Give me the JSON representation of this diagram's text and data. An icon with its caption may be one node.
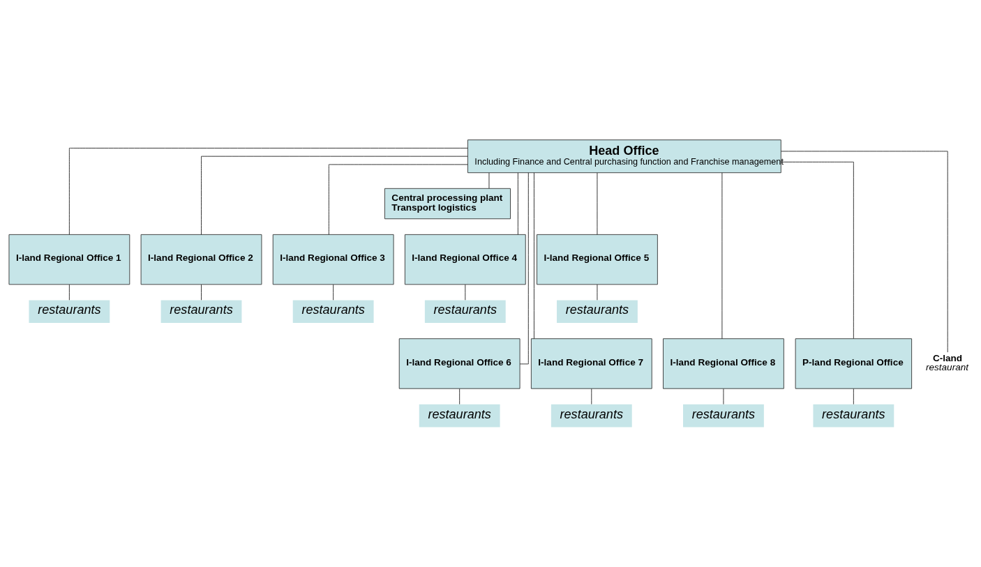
{
  "diagram": {
    "nodes": [
      {
        "text": [
          "Head Office",
          "Including Finance and Central purchasing function and Franchise management"
        ]
      },
      {
        "text": [
          "Central processing plant",
          "Transport logistics"
        ]
      },
      {
        "text": [
          "I-land Regional Office 1"
        ]
      },
      {
        "text": [
          "I-land Regional Office 2"
        ]
      },
      {
        "text": [
          "I-land Regional Office 3"
        ]
      },
      {
        "text": [
          "I-land Regional Office 4"
        ]
      },
      {
        "text": [
          "I-land Regional Office 5"
        ]
      },
      {
        "text": [
          "I-land Regional Office 6"
        ]
      },
      {
        "text": [
          "I-land Regional Office 7"
        ]
      },
      {
        "text": [
          "I-land Regional Office 8"
        ]
      },
      {
        "text": [
          "P-land Regional Office"
        ]
      },
      {
        "text": [
          "restaurants"
        ]
      },
      {
        "text": [
          "restaurants"
        ]
      },
      {
        "text": [
          "restaurants"
        ]
      },
      {
        "text": [
          "restaurants"
        ]
      },
      {
        "text": [
          "restaurants"
        ]
      },
      {
        "text": [
          "restaurants"
        ]
      },
      {
        "text": [
          "restaurants"
        ]
      },
      {
        "text": [
          "restaurants"
        ]
      },
      {
        "text": [
          "restaurants"
        ]
      },
      {
        "text": [
          "C-land",
          "restaurant"
        ]
      }
    ],
    "edges": [
      {
        "from": 0,
        "to": 1,
        "arrow": "none"
      },
      {
        "from": 0,
        "to": 2,
        "arrow": "none"
      },
      {
        "from": 0,
        "to": 3,
        "arrow": "none"
      },
      {
        "from": 0,
        "to": 4,
        "arrow": "none"
      },
      {
        "from": 0,
        "to": 5,
        "arrow": "none"
      },
      {
        "from": 0,
        "to": 6,
        "arrow": "none"
      },
      {
        "from": 0,
        "to": 7,
        "arrow": "none"
      },
      {
        "from": 0,
        "to": 8,
        "arrow": "none"
      },
      {
        "from": 0,
        "to": 9,
        "arrow": "none"
      },
      {
        "from": 0,
        "to": 10,
        "arrow": "none"
      },
      {
        "from": 0,
        "to": 20,
        "arrow": "none"
      },
      {
        "from": 2,
        "to": 11,
        "arrow": "none"
      },
      {
        "from": 3,
        "to": 12,
        "arrow": "none"
      },
      {
        "from": 4,
        "to": 13,
        "arrow": "none"
      },
      {
        "from": 5,
        "to": 14,
        "arrow": "none"
      },
      {
        "from": 6,
        "to": 15,
        "arrow": "none"
      },
      {
        "from": 7,
        "to": 16,
        "arrow": "none"
      },
      {
        "from": 8,
        "to": 17,
        "arrow": "none"
      },
      {
        "from": 9,
        "to": 18,
        "arrow": "none"
      },
      {
        "from": 10,
        "to": 19,
        "arrow": "none"
      }
    ]
  }
}
